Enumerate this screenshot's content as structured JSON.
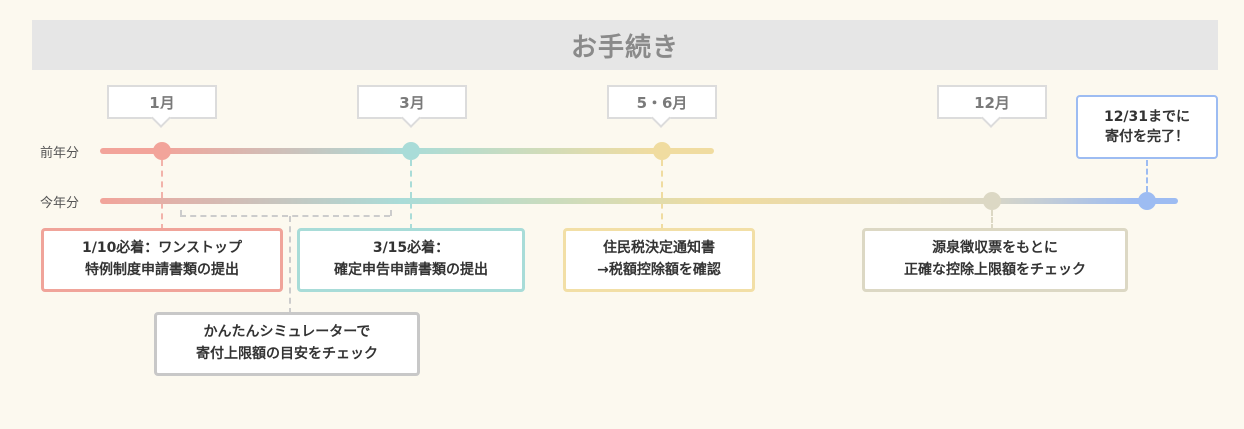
{
  "title": "お手続き",
  "months": [
    {
      "label": "1月"
    },
    {
      "label": "3月"
    },
    {
      "label": "5・6月"
    },
    {
      "label": "12月"
    }
  ],
  "deadline": {
    "line1": "12/31までに",
    "line2": "寄付を完了！",
    "color": "#9dbcf2"
  },
  "rows": {
    "prev_year": "前年分",
    "this_year": "今年分"
  },
  "boxes": [
    {
      "line1": "1/10必着：ワンストップ",
      "line2": "特例制度申請書類の提出",
      "color": "#f0a49a"
    },
    {
      "line1": "3/15必着：",
      "line2": "確定申告申請書類の提出",
      "color": "#a8dcd8"
    },
    {
      "line1": "住民税決定通知書",
      "line2": "→税額控除額を確認",
      "color": "#f2dfa6"
    },
    {
      "line1": "源泉徴収票をもとに",
      "line2": "正確な控除上限額をチェック",
      "color": "#dcd8c4"
    },
    {
      "line1": "かんたんシミュレーターで",
      "line2": "寄付上限額の目安をチェック",
      "color": "#c8c8c8"
    }
  ],
  "colors": {
    "jan": "#f2a49a",
    "mar": "#a9dcd8",
    "mayjun": "#f0dca0",
    "dec": "#dcd8c4",
    "deadline_dot": "#9dbcf2",
    "background": "#fcf9ef"
  }
}
